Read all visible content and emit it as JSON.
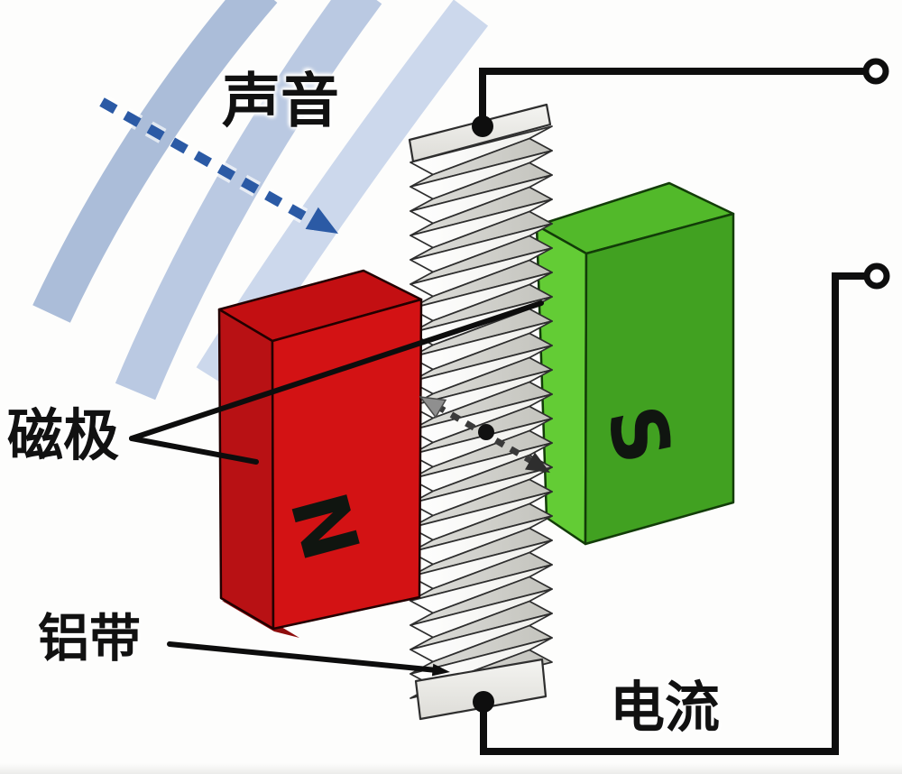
{
  "diagram": {
    "labels": {
      "sound": "声音",
      "magnetic_pole": "磁极",
      "aluminum_ribbon": "铝带",
      "current": "电流"
    },
    "magnets": {
      "left": {
        "pole_label": "N",
        "body_color": "#d31214"
      },
      "right": {
        "pole_label": "S",
        "body_color": "#41a121"
      }
    },
    "colors": {
      "sound_wave_blue": "#b7c7e1",
      "sound_arrow_blue": "#2b5aa5",
      "wire_black": "#0e0e0e",
      "ribbon_light": "#fbfbf8",
      "ribbon_shade": "#cfcfc9",
      "magnet_red": "#d31214",
      "magnet_green": "#41a121"
    }
  }
}
